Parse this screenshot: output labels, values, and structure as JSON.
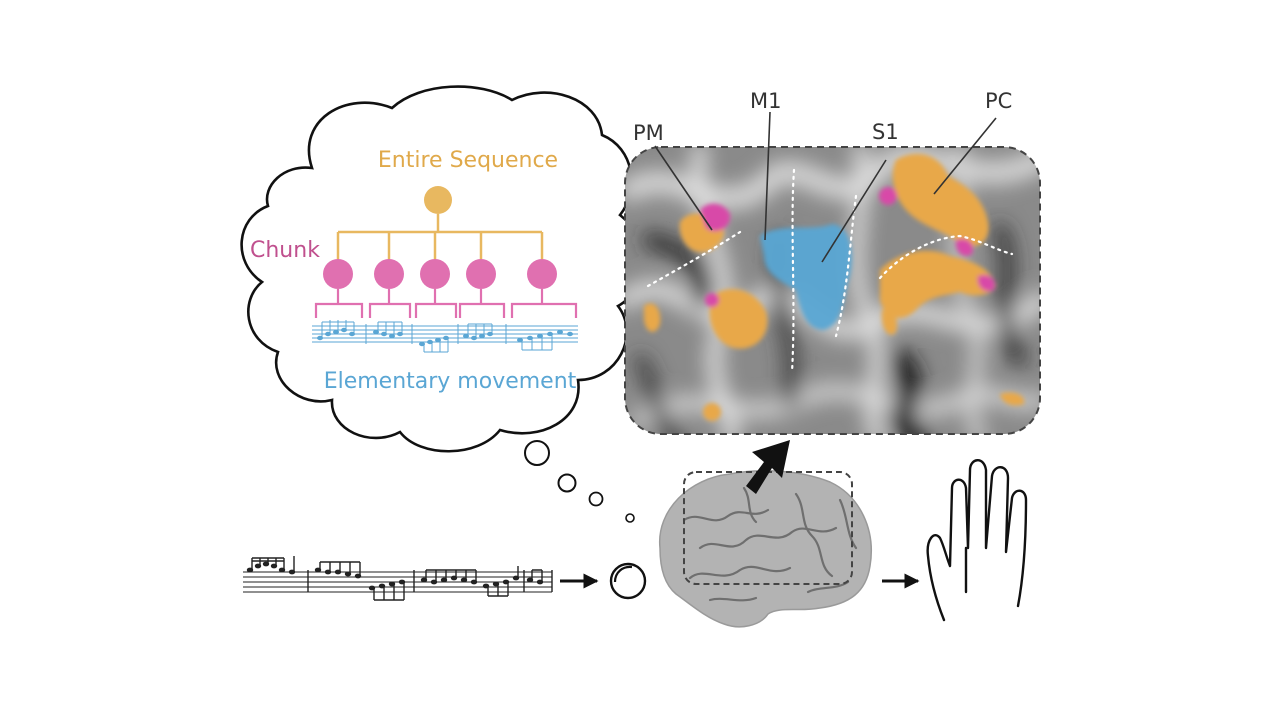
{
  "hierarchy": {
    "top_label": "Entire Sequence",
    "mid_label": "Chunk",
    "bottom_label": "Elementary movement",
    "chunk_count": 5
  },
  "brain_map": {
    "labels": {
      "pm": "PM",
      "m1": "M1",
      "s1": "S1",
      "pc": "PC"
    }
  },
  "colors": {
    "sequence": "#e8b860",
    "chunk": "#e070b0",
    "chunk_text": "#c0508e",
    "movement": "#5aa6d4",
    "outline": "#111111",
    "map_bg": "#8a8a8a"
  },
  "icons": [
    "eye-icon",
    "brain-icon",
    "hand-icon",
    "arrow-icon",
    "musical-score"
  ]
}
